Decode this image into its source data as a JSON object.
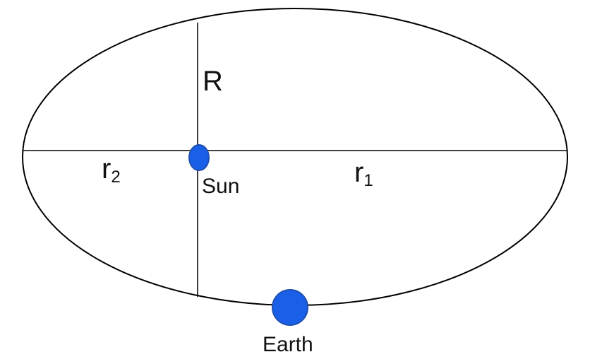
{
  "labels": {
    "radius": "R",
    "r2_base": "r",
    "r2_sub": "2",
    "r1_base": "r",
    "r1_sub": "1",
    "sun": "Sun",
    "earth": "Earth"
  },
  "colors": {
    "body_fill": "#1a5fe8",
    "body_stroke": "#1f4fb0",
    "line": "#000000"
  }
}
